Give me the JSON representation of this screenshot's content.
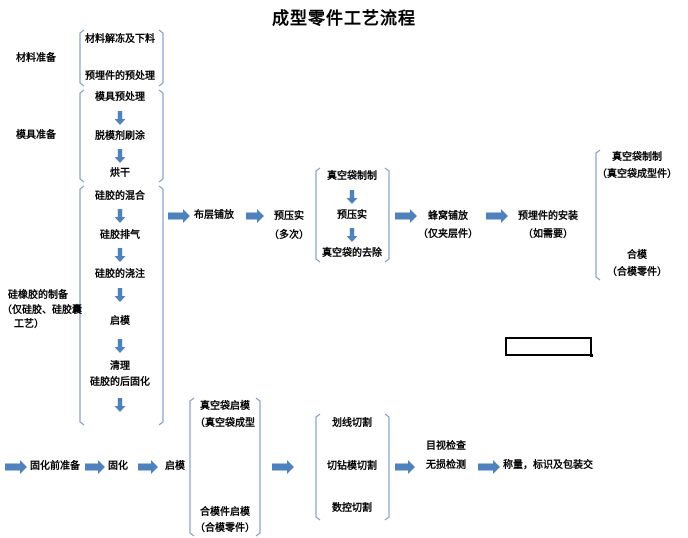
{
  "title": "成型零件工艺流程",
  "colors": {
    "arrow": "#4f81bd",
    "bracket": "#7f9fc8",
    "text": "#000000"
  },
  "material_prep": {
    "label": "材料准备",
    "steps": [
      "材料解冻及下料",
      "预埋件的预处理"
    ]
  },
  "mold_prep": {
    "label": "模具准备",
    "steps": [
      "模具预处理",
      "脱模剂刷涂",
      "烘干"
    ]
  },
  "rubber_prep": {
    "label": "硅橡胶的制备",
    "note": "（仅硅胶、硅胶囊",
    "note2": "工艺）",
    "steps": [
      "硅胶的混合",
      "硅胶排气",
      "硅胶的浇注",
      "启模",
      "清理",
      "硅胶的后固化"
    ]
  },
  "layup": {
    "label": "布层铺放"
  },
  "precompact": {
    "label": "预压实",
    "sub": "（多次）"
  },
  "vacuum_bag_1": {
    "steps": [
      "真空袋制制",
      "预压实",
      "真空袋的去除"
    ]
  },
  "honeycomb": {
    "label": "蜂窝铺放",
    "sub": "（仅夹层件）"
  },
  "insert": {
    "label": "预埋件的安装",
    "sub": "（如需要）"
  },
  "bag_options": [
    {
      "label": "真空袋制制",
      "sub": "（真空袋成型件）"
    },
    {
      "label": "合模",
      "sub": "（合模零件）"
    }
  ],
  "curing": {
    "pre": "固化前准备",
    "cure": "固化",
    "demold": "启模"
  },
  "demold_options": [
    {
      "label": "真空袋启模",
      "sub": "（真空袋成型"
    },
    {
      "label": "合模件启模",
      "sub": "（合模零件）"
    }
  ],
  "cutting": [
    "划线切割",
    "切钻模切割",
    "数控切割"
  ],
  "inspection": {
    "label": "目视检查",
    "sub": "无损检测"
  },
  "final": {
    "label": "称量，标识及包装交"
  }
}
